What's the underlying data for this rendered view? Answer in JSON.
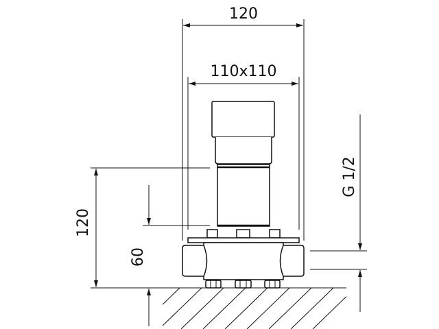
{
  "dimensions": {
    "overall_width": "120",
    "plate_size": "110x110",
    "overall_height": "120",
    "inlet_height": "60",
    "thread": "G 1/2"
  },
  "colors": {
    "line": "#111111",
    "background": "#ffffff"
  }
}
